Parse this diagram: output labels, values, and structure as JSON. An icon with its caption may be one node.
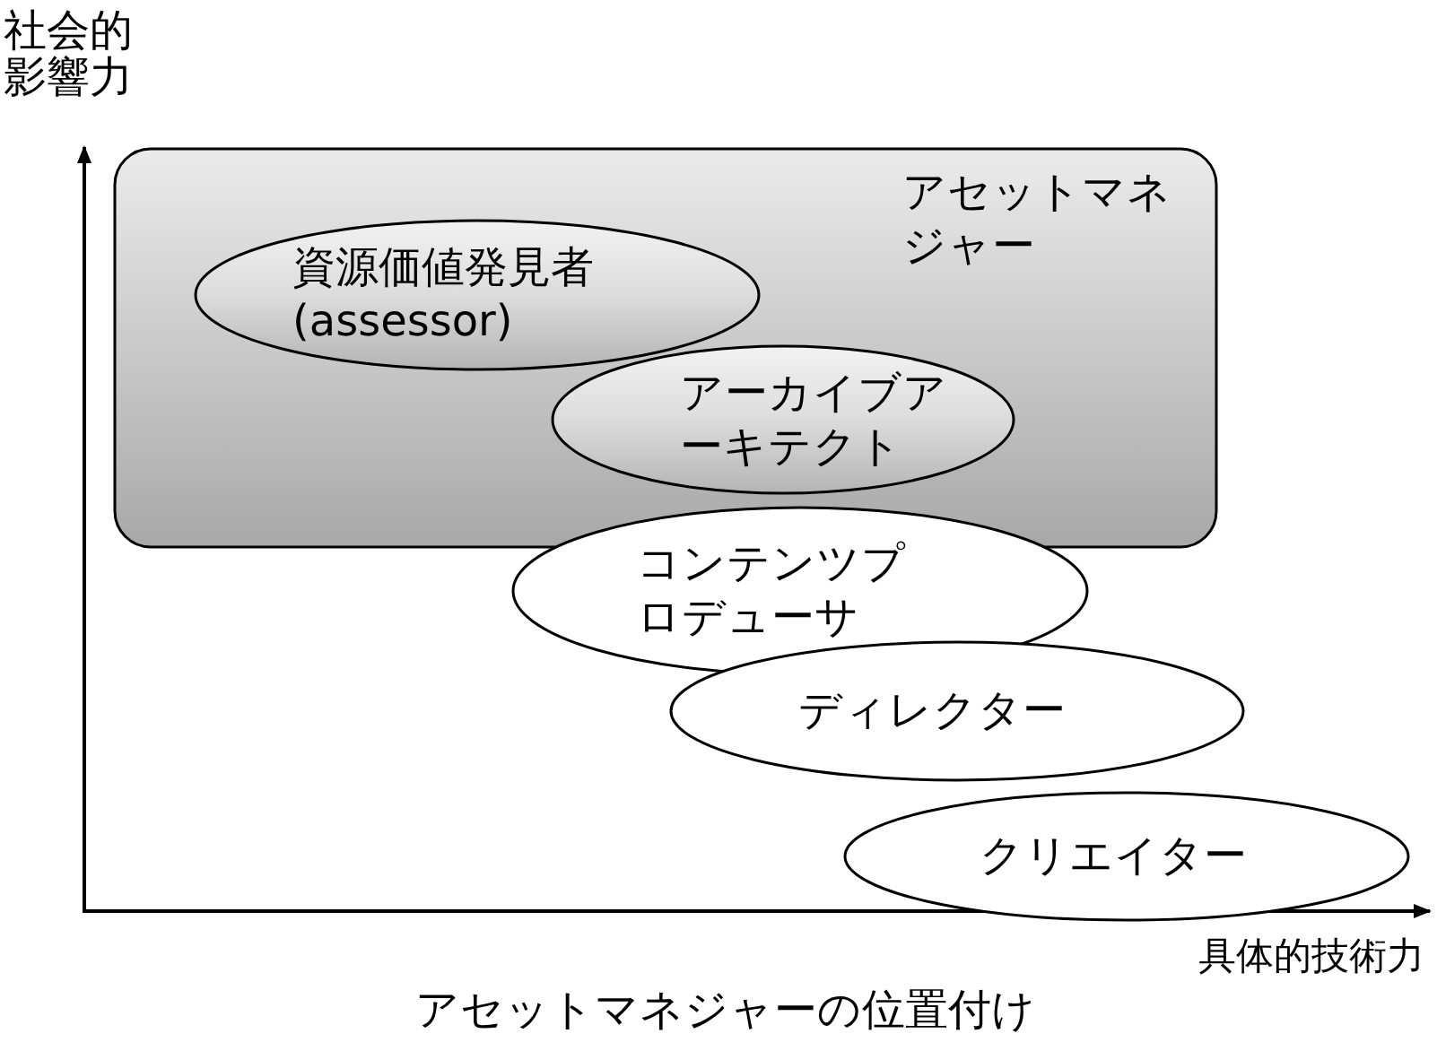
{
  "diagram": {
    "caption": "アセットマネジャーの位置付け",
    "nodes": [
      {
        "text": [
          "アセットマネジャー"
        ]
      },
      {
        "text": [
          "資源価値発見者 (assessor)"
        ],
        "in": 0
      },
      {
        "text": [
          "アーカイブアーキテクト"
        ],
        "in": 0
      },
      {
        "text": [
          "コンテンツプロデューサ"
        ]
      },
      {
        "text": [
          "ディレクター"
        ]
      },
      {
        "text": [
          "クリエイター"
        ]
      }
    ],
    "edges": [],
    "labels": [
      "社会的影響力",
      "具体的技術力"
    ]
  }
}
